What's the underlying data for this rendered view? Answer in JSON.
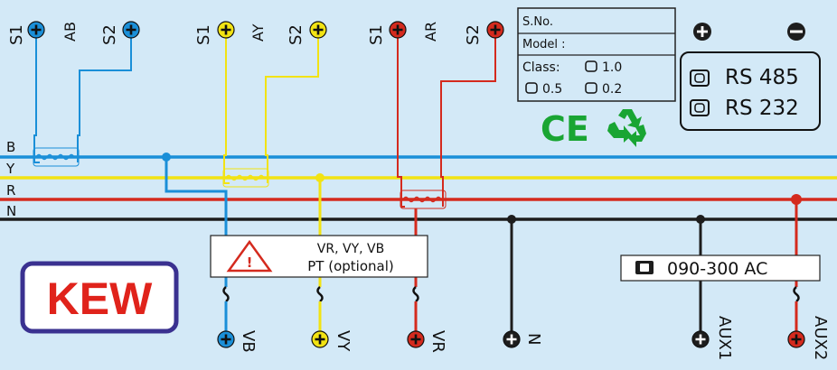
{
  "colors": {
    "background": "#d3e9f7",
    "phase_b": "#1a8fd8",
    "phase_y": "#f2e313",
    "phase_r": "#d42a1e",
    "neutral": "#1d1d1d",
    "ce_green": "#19a533",
    "kew_red": "#e0231b",
    "kew_border": "#3a3190"
  },
  "ct_groups": [
    {
      "phase": "B",
      "ct_label": "AB",
      "s1": "S1",
      "s2": "S2"
    },
    {
      "phase": "Y",
      "ct_label": "AY",
      "s1": "S1",
      "s2": "S2"
    },
    {
      "phase": "R",
      "ct_label": "AR",
      "s1": "S1",
      "s2": "S2"
    }
  ],
  "lines": {
    "b": "B",
    "y": "Y",
    "r": "R",
    "n": "N"
  },
  "info_box": {
    "sno": "S.No.",
    "model": "Model :",
    "class_label": "Class:",
    "class_10": "1.0",
    "class_05": "0.5",
    "class_02": "0.2"
  },
  "cert": {
    "ce": "CE"
  },
  "comm": {
    "rs485": "RS 485",
    "rs232": "RS 232"
  },
  "pt_box": {
    "voltages": "VR, VY, VB",
    "text": "PT (optional)",
    "warning_glyph": "!"
  },
  "aux_box": {
    "text": "090-300 AC"
  },
  "terminals": {
    "vb": "VB",
    "vy": "VY",
    "vr": "VR",
    "n": "N",
    "aux1": "AUX1",
    "aux2": "AUX2"
  },
  "logo": {
    "text": "KEW"
  }
}
